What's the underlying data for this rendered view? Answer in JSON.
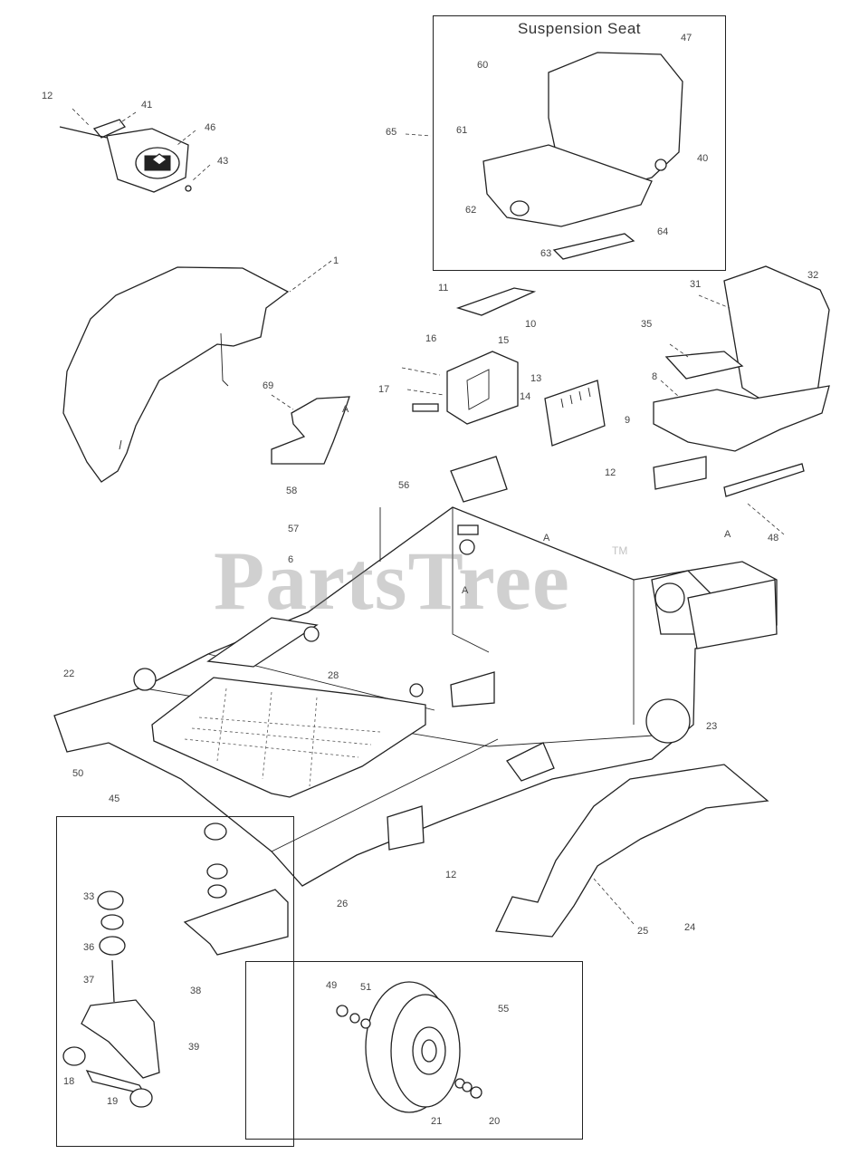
{
  "diagram": {
    "inset_seat": {
      "title": "Suspension Seat"
    },
    "watermark": {
      "text": "PartsTree",
      "tm": "TM"
    },
    "callouts": [
      {
        "id": "c-12a",
        "text": "12"
      },
      {
        "id": "c-41",
        "text": "41"
      },
      {
        "id": "c-46",
        "text": "46"
      },
      {
        "id": "c-43",
        "text": "43"
      },
      {
        "id": "c-60",
        "text": "60"
      },
      {
        "id": "c-47",
        "text": "47"
      },
      {
        "id": "c-40",
        "text": "40"
      },
      {
        "id": "c-61",
        "text": "61"
      },
      {
        "id": "c-62",
        "text": "62"
      },
      {
        "id": "c-63",
        "text": "63"
      },
      {
        "id": "c-64",
        "text": "64"
      },
      {
        "id": "c-65",
        "text": "65"
      },
      {
        "id": "c-1",
        "text": "1"
      },
      {
        "id": "c-11",
        "text": "11"
      },
      {
        "id": "c-10",
        "text": "10"
      },
      {
        "id": "c-16",
        "text": "16"
      },
      {
        "id": "c-15",
        "text": "15"
      },
      {
        "id": "c-13",
        "text": "13"
      },
      {
        "id": "c-14",
        "text": "14"
      },
      {
        "id": "c-17",
        "text": "17"
      },
      {
        "id": "c-9",
        "text": "9"
      },
      {
        "id": "c-69",
        "text": "69"
      },
      {
        "id": "c-a1",
        "text": "A"
      },
      {
        "id": "c-31",
        "text": "31"
      },
      {
        "id": "c-32",
        "text": "32"
      },
      {
        "id": "c-35",
        "text": "35"
      },
      {
        "id": "c-8",
        "text": "8"
      },
      {
        "id": "c-12b",
        "text": "12"
      },
      {
        "id": "c-48",
        "text": "48"
      },
      {
        "id": "c-a2",
        "text": "A"
      },
      {
        "id": "c-58",
        "text": "58"
      },
      {
        "id": "c-56",
        "text": "56"
      },
      {
        "id": "c-57",
        "text": "57"
      },
      {
        "id": "c-6",
        "text": "6"
      },
      {
        "id": "c-a3",
        "text": "A"
      },
      {
        "id": "c-a4",
        "text": "A"
      },
      {
        "id": "c-22",
        "text": "22"
      },
      {
        "id": "c-28",
        "text": "28"
      },
      {
        "id": "c-23",
        "text": "23"
      },
      {
        "id": "c-50",
        "text": "50"
      },
      {
        "id": "c-45",
        "text": "45"
      },
      {
        "id": "c-12c",
        "text": "12"
      },
      {
        "id": "c-24",
        "text": "24"
      },
      {
        "id": "c-25",
        "text": "25"
      },
      {
        "id": "c-26",
        "text": "26"
      },
      {
        "id": "c-33",
        "text": "33"
      },
      {
        "id": "c-36",
        "text": "36"
      },
      {
        "id": "c-37",
        "text": "37"
      },
      {
        "id": "c-38",
        "text": "38"
      },
      {
        "id": "c-39",
        "text": "39"
      },
      {
        "id": "c-18",
        "text": "18"
      },
      {
        "id": "c-19",
        "text": "19"
      },
      {
        "id": "c-20",
        "text": "20"
      },
      {
        "id": "c-49",
        "text": "49"
      },
      {
        "id": "c-51",
        "text": "51"
      },
      {
        "id": "c-55",
        "text": "55"
      },
      {
        "id": "c-21",
        "text": "21"
      }
    ]
  }
}
